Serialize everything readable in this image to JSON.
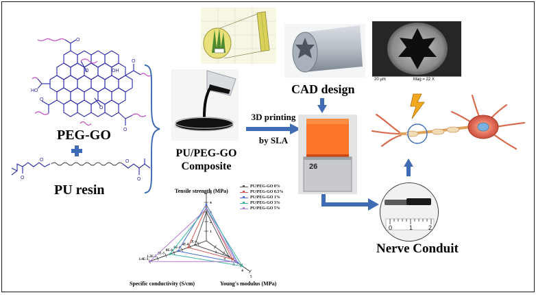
{
  "labels": {
    "peg_go": "PEG-GO",
    "pu_resin": "PU resin",
    "composite_line1": "PU/PEG-GO",
    "composite_line2": "Composite",
    "printing_line1": "3D printing",
    "printing_line2": "by SLA",
    "cad_design": "CAD design",
    "nerve_conduit": "Nerve Conduit"
  },
  "sem": {
    "scale_text": "20 µm",
    "mag_text": "Mag = 22  X"
  },
  "printer": {
    "number": "26"
  },
  "ruler": {
    "ticks": [
      "0",
      "1",
      "2"
    ]
  },
  "colors": {
    "arrow_blue": "#3f6cb5",
    "chain_magenta": "#c64fc8",
    "molecule_blue": "#2727a8",
    "printer_orange": "#ff6a1a"
  },
  "chart_data": {
    "type": "radar",
    "axes": [
      {
        "label": "Tensile strength (MPa)",
        "ticks": [
          "1",
          "2",
          "3",
          "4",
          "5"
        ]
      },
      {
        "label": "Young's modulus (MPa)",
        "ticks": [
          "1",
          "2",
          "3",
          "4",
          "5"
        ]
      },
      {
        "label": "Specific conductivity (S/cm)",
        "ticks": [
          "2E-4",
          "4E-4",
          "6E-4",
          "8E-4",
          "1E-3",
          "1.2E-3",
          "1.4E-3"
        ]
      }
    ],
    "axis_ranges": [
      [
        0,
        5
      ],
      [
        0,
        5
      ],
      [
        0,
        0.0014
      ]
    ],
    "series": [
      {
        "name": "PU/PEG-GO 0%",
        "color": "#555555",
        "values": [
          3.0,
          2.6,
          0.00028
        ]
      },
      {
        "name": "PU/PEG-GO 0.5%",
        "color": "#d9534f",
        "values": [
          3.5,
          3.0,
          0.00045
        ]
      },
      {
        "name": "PU/PEG-GO 1%",
        "color": "#4a6fd0",
        "values": [
          3.8,
          3.6,
          0.0007
        ]
      },
      {
        "name": "PU/PEG-GO 3%",
        "color": "#37b3a3",
        "values": [
          3.4,
          4.1,
          0.0009
        ]
      },
      {
        "name": "PU/PEG-GO 5%",
        "color": "#b07ad0",
        "values": [
          3.3,
          3.4,
          0.0014
        ]
      }
    ],
    "legend": "top-right",
    "grid": false
  }
}
